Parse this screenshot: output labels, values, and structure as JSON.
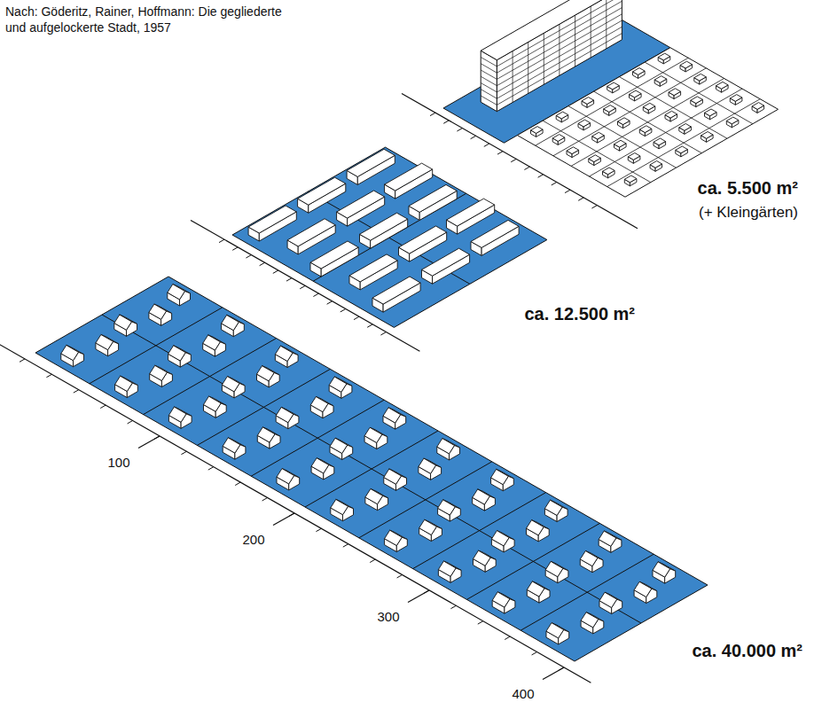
{
  "diagram": {
    "caption": "Nach: Göderitz, Rainer, Hoffmann: Die gegliederte und aufgelockerte Stadt, 1957",
    "labels": [
      "ca. 5.500 m²",
      "(+ Kleingärten)",
      "ca. 12.500 m²",
      "ca. 40.000 m²",
      "100",
      "200",
      "300",
      "400"
    ]
  }
}
